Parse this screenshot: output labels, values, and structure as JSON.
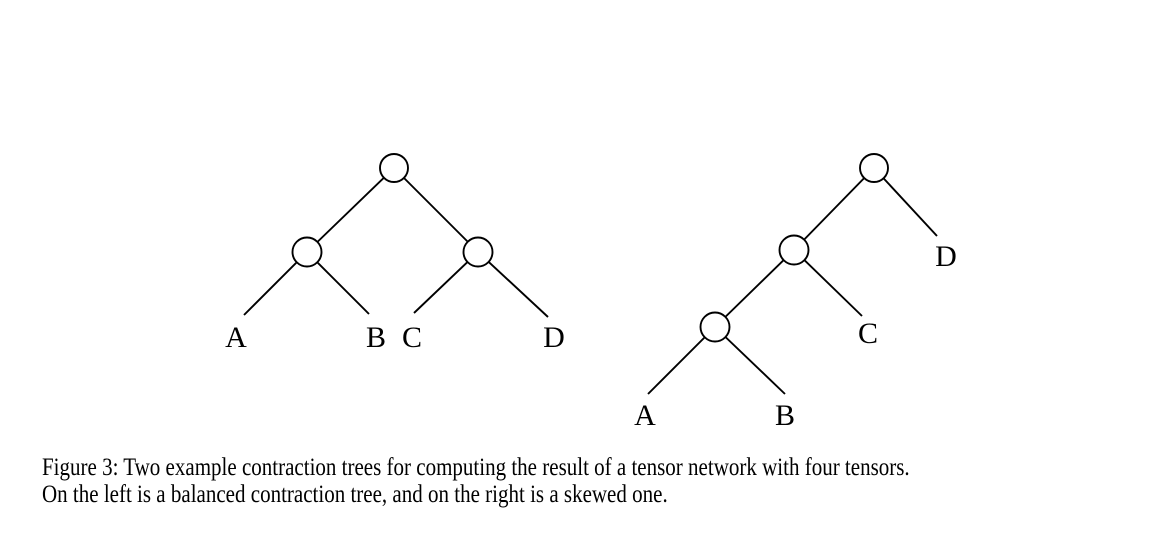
{
  "colors": {
    "background": "#ffffff",
    "ink": "#000000"
  },
  "caption": {
    "line1": "Figure 3: Two example contraction trees for computing the result of a tensor network with four tensors.",
    "line2": "On the left is a balanced contraction tree, and on the right is a skewed one."
  },
  "trees": [
    {
      "side": "left",
      "kind": "balanced contraction tree",
      "structure": "((A,B),(C,D))",
      "internal_node_count": 3,
      "leaf_labels": [
        "A",
        "B",
        "C",
        "D"
      ]
    },
    {
      "side": "right",
      "kind": "skewed contraction tree",
      "structure": "(((A,B),C),D)",
      "internal_node_count": 3,
      "leaf_labels": [
        "A",
        "B",
        "C",
        "D"
      ]
    }
  ]
}
